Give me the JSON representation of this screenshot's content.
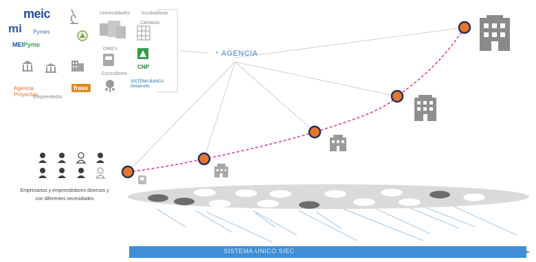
{
  "logos": {
    "meic": "meic",
    "mipymes_prefix": "mi",
    "mipymes_suffix": "Pymes",
    "mei_prefix": "MEI",
    "mei_suffix": "Pyme",
    "agencia_line1": "Agencia",
    "agencia_line2": "Proyectos",
    "agencia_sub": "Emprendedor",
    "frase": "frase",
    "cnp": "CNP",
    "sbd_line1": "SISTEMA BANCA",
    "sbd_line2": "Desarrollo"
  },
  "categories": {
    "universidades": "Universidades",
    "incubadoras": "Incubadoras",
    "camaras": "Cámaras",
    "ong": "ONG's",
    "consultores": "Consultores"
  },
  "hub": {
    "label": "AGENCIA",
    "arrow": "*"
  },
  "entrepreneurs": {
    "label_line1": "Empresarios y emprendedores diversos y",
    "label_line2": "con diferentes necesidades"
  },
  "platform": {
    "label": "SISTEMA UNICO SIEC",
    "accent": "#3e8fd6"
  },
  "colors": {
    "node_fill": "#e8762d",
    "node_stroke": "#23315a",
    "path": "#e0399a",
    "line": "#cfcfcf",
    "building": "#8f8f8f"
  },
  "icons": {
    "microscope": "microscope-icon",
    "building": "building-icon",
    "person": "person-icon",
    "bank": "bank-icon",
    "tree": "tree-icon"
  }
}
